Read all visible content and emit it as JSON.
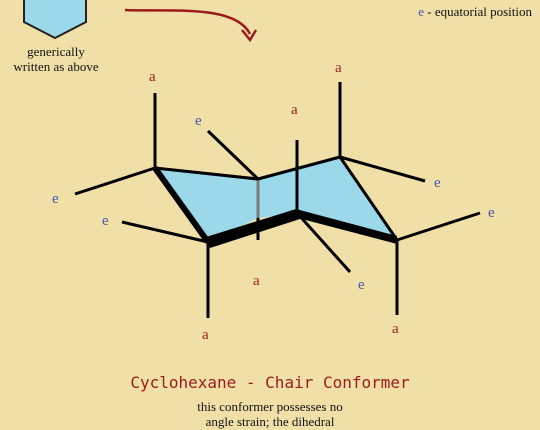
{
  "hexagon_caption": {
    "line1": "generically",
    "line2": "written as above"
  },
  "legend": {
    "symbol": "e",
    "text": " - equatorial position"
  },
  "labels": {
    "axial": "a",
    "equatorial": "e"
  },
  "caption": {
    "title": "Cyclohexane - Chair Conformer",
    "subtitle": "this conformer possesses no",
    "subtitle2": "angle strain; the dihedral"
  },
  "colors": {
    "background": "#f0e0a8",
    "ring_fill": "#9ad8ea",
    "bond": "#000000",
    "axial_label": "#9b1b1b",
    "equatorial_label": "#4a52b8",
    "arrow": "#9b1b1b"
  }
}
